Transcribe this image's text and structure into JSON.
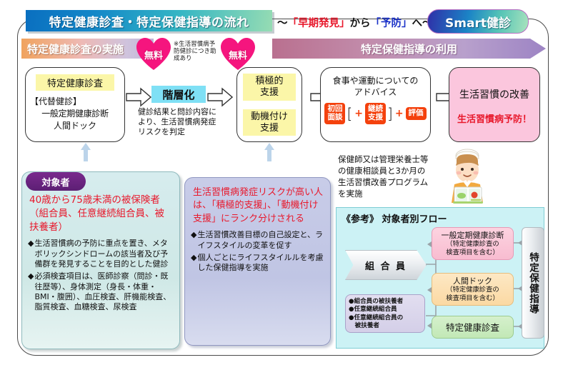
{
  "header": {
    "title": "特定健康診査・特定保健指導の流れ",
    "subtitle_pre": "～",
    "subtitle_red": "「早期発見」",
    "subtitle_mid": "から",
    "subtitle_blue": "「予防」",
    "subtitle_post": "へ～",
    "badge": "Smart健診"
  },
  "banners": {
    "left": "特定健康診査の実施",
    "right": "特定保健指導の利用",
    "free_label": "無料",
    "note": "※生活習慣病予防健診につき助成あり"
  },
  "flow": {
    "kenshin": {
      "head": "特定健康診査",
      "line1": "【代替健診】",
      "line2": "一般定期健康診断",
      "line3": "人間ドック"
    },
    "kaisouka": {
      "label": "階層化",
      "desc": "健診結果と問診内容により、生活習慣病発症リスクを判定"
    },
    "shien": {
      "top": "積極的\n支援",
      "top_l1": "積極的",
      "top_l2": "支援",
      "bottom_l1": "動機付け",
      "bottom_l2": "支援"
    },
    "advice": {
      "head_l1": "食事や運動についての",
      "head_l2": "アドバイス",
      "pill1_l1": "初回",
      "pill1_l2": "面談",
      "pill2_l1": "継続",
      "pill2_l2": "支援",
      "pill3": "評価",
      "plus": "+"
    },
    "kaizen": {
      "line1": "生活習慣の改善",
      "line2": "生活習慣病予防！"
    }
  },
  "target_panel": {
    "chip": "対象者",
    "headline": "40歳から75歳未満の被保険者（組合員、任意継続組合員、被扶養者）",
    "bullets": [
      "生活習慣病の予防に重点を置き、メタボリックシンドロームの該当者及び予備群を発見することを目的とした健診",
      "必須検査項目は、医師診察（問診・既往歴等）、身体測定（身長・体重・BMI・腹囲）、血圧検査、肝機能検査、脂質検査、血糖検査、尿検査"
    ],
    "bullet_mark": "◆"
  },
  "rank_panel": {
    "headline": "生活習慣病発症リスクが高い人は、「積極的支援」、「動機付け支援」にランク分けされる",
    "bullets": [
      "生活習慣改善目標の自己設定と、ライフスタイルの変革を促す",
      "個人ごとにライフスタイルルを考慮した保健指導を実施"
    ],
    "bullet_mark": "◆"
  },
  "nurse_note": "保健師又は管理栄養士等の健康相談員と3か月の生活習慣改善プログラムを実施",
  "reference_flow": {
    "title": "《参考》 対象者別フロー",
    "member": "組 合 員",
    "dependents": [
      "●組合員の被扶養者",
      "●任意継続組合員",
      "●任意継続組合員の",
      "　被扶養者"
    ],
    "nodes": [
      {
        "line1": "一般定期健康診断",
        "line2": "（特定健康診査の",
        "line3": "検査項目を含む）"
      },
      {
        "line1": "人間ドック",
        "line2": "（特定健康診査の",
        "line3": "検査項目を含む）"
      },
      {
        "line1": "特定健康診査",
        "line2": "",
        "line3": ""
      }
    ],
    "result": "特定保健指導"
  },
  "colors": {
    "title_accent": "#1388c8",
    "red": "#e8192c",
    "blue": "#1b32c8",
    "heart": "#f5157e",
    "highlight_yellow": "#fbf6a8",
    "highlight_cyan": "#7fe0f5",
    "pill_orange": "#f4410d",
    "pink_panel": "#fbc6dd"
  }
}
